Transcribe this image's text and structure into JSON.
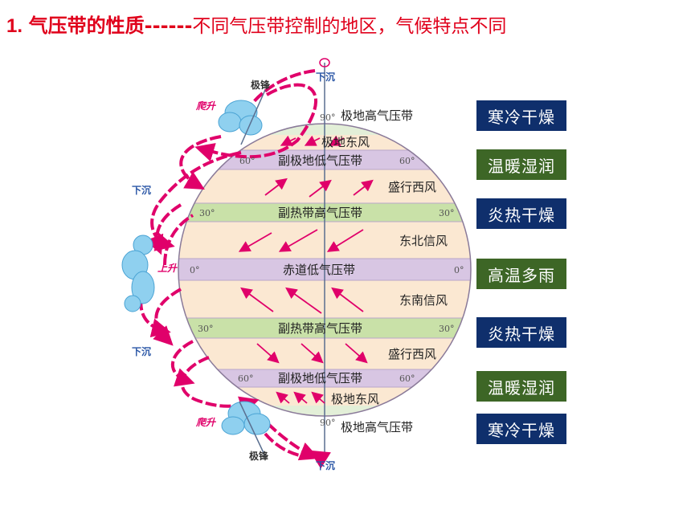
{
  "title": {
    "number": "1.",
    "heading": "气压带的性质",
    "dashes": "------",
    "subtitle": "不同气压带控制的地区，气候特点不同"
  },
  "diagram": {
    "belts": {
      "polar_high_n": "极地高气压带",
      "polar_east_n": "极地东风",
      "subpolar_low_n": "副极地低气压带",
      "westerly_n": "盛行西风",
      "subtropical_high_n": "副热带高气压带",
      "ne_trade": "东北信风",
      "equatorial_low": "赤道低气压带",
      "se_trade": "东南信风",
      "subtropical_high_s": "副热带高气压带",
      "westerly_s": "盛行西风",
      "subpolar_low_s": "副极地低气压带",
      "polar_east_s": "极地东风",
      "polar_high_s": "极地高气压带"
    },
    "degrees": {
      "d90n": "90°",
      "d60": "60°",
      "d30": "30°",
      "d0": "0°",
      "d90s": "90°"
    },
    "labels": {
      "xiachen_top": "下沉",
      "jifeng_top": "极锋",
      "pasheng_top": "爬升",
      "xiachen_left_top": "下沉",
      "shangsheng": "上升",
      "xiachen_left_bottom": "下沉",
      "pasheng_bottom": "爬升",
      "jifeng_bottom": "极锋",
      "xiachen_bottom": "下沉"
    }
  },
  "climates": [
    {
      "text": "寒冷干燥",
      "color": "#0f2f6c"
    },
    {
      "text": "温暖湿润",
      "color": "#3d6626"
    },
    {
      "text": "炎热干燥",
      "color": "#0f2f6c"
    },
    {
      "text": "高温多雨",
      "color": "#3d6626"
    },
    {
      "text": "炎热干燥",
      "color": "#0f2f6c"
    },
    {
      "text": "温暖湿润",
      "color": "#3d6626"
    },
    {
      "text": "寒冷干燥",
      "color": "#0f2f6c"
    }
  ]
}
